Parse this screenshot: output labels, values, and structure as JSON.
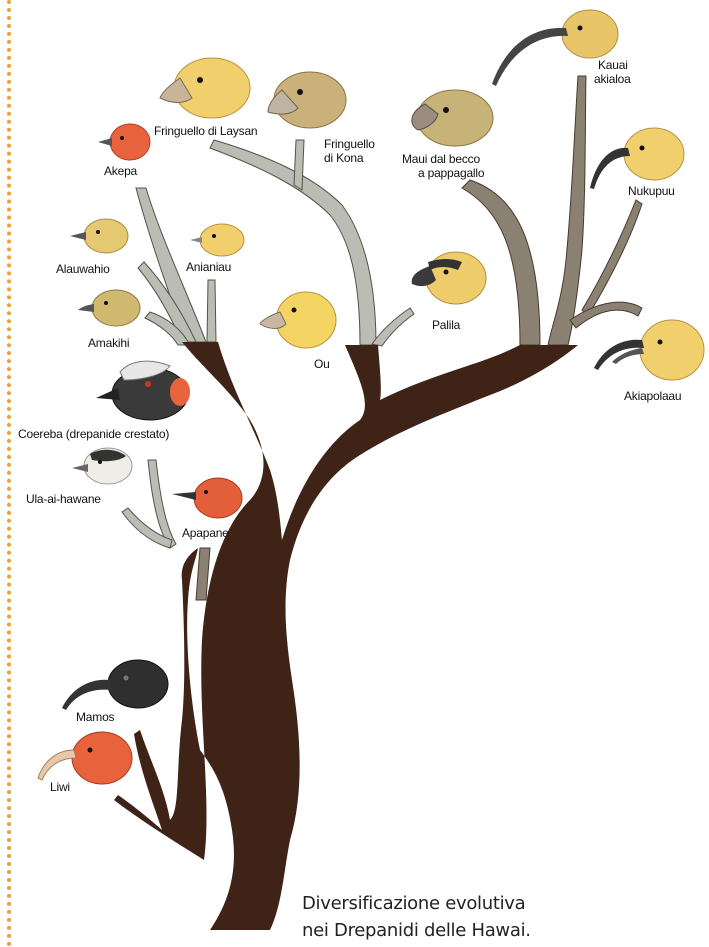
{
  "labels": {
    "akepa": "Akepa",
    "fringuello_laysan": "Fringuello di Laysan",
    "fringuello_kona_1": "Fringuello",
    "fringuello_kona_2": "di Kona",
    "maui_1": "Maui dal becco",
    "maui_2": "a pappagallo",
    "kauai_1": "Kauai",
    "kauai_2": "akialoa",
    "nukupuu": "Nukupuu",
    "alauwahio": "Alauwahio",
    "anianiau": "Anianiau",
    "amakihi": "Amakihi",
    "ou": "Ou",
    "palila": "Palila",
    "akiapolaau": "Akiapolaau",
    "coereba": "Coereba (drepanide crestato)",
    "ula": "Ula-ai-hawane",
    "apapane": "Apapane",
    "mamos": "Mamos",
    "iiwi": "Liwi"
  },
  "caption": {
    "line1": "Diversificazione evolutiva",
    "line2": "nei Drepanidi delle Hawai."
  },
  "colors": {
    "trunk": "#3e2316",
    "branch_light": "#b9bdb3",
    "branch_mid": "#8b8172",
    "border_dots": "#f0a030",
    "yellow_bird": "#f1cf6c",
    "red_bird": "#e8623d",
    "black_bird": "#333333"
  }
}
